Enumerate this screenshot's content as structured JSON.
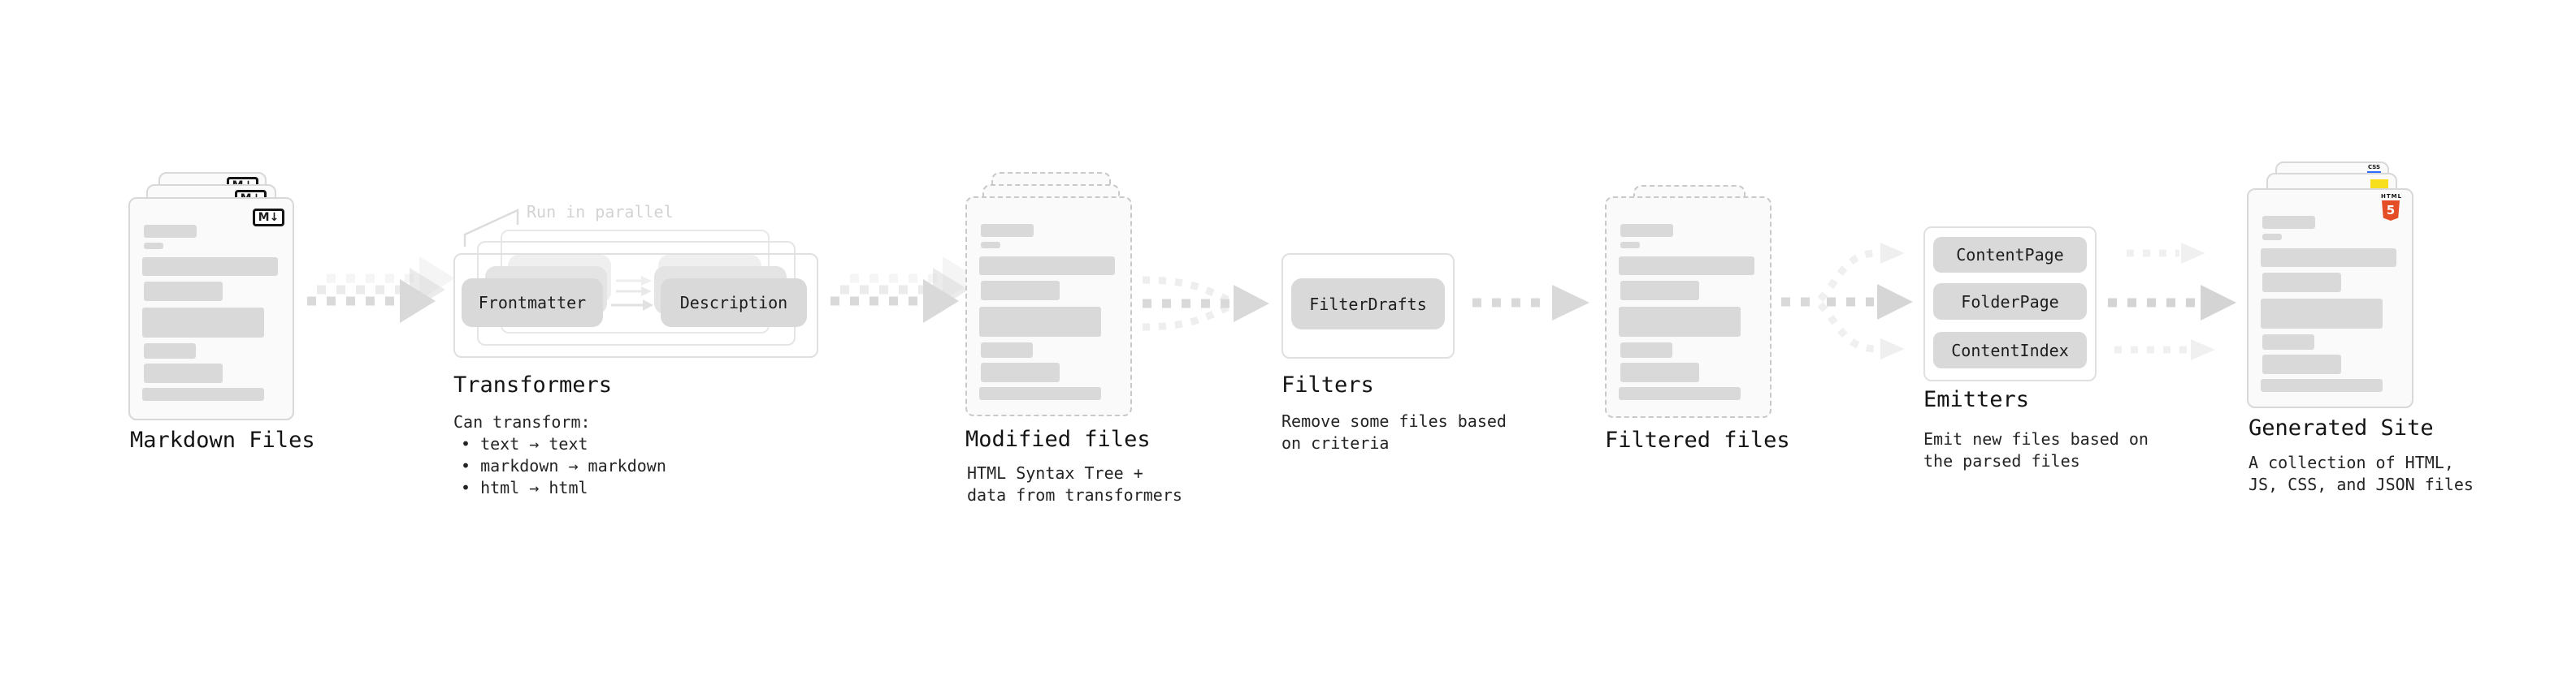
{
  "stages": {
    "markdown": {
      "label": "Markdown Files",
      "badge": "M↓"
    },
    "transformers": {
      "label": "Transformers",
      "note": "Run in parallel",
      "frontmatter": "Frontmatter",
      "description": "Description",
      "heading": "Can transform:",
      "bullets": [
        "• text → text",
        "• markdown → markdown",
        "• html → html"
      ]
    },
    "modified": {
      "label": "Modified files",
      "desc": [
        "HTML Syntax Tree +",
        "data from transformers"
      ]
    },
    "filters": {
      "label": "Filters",
      "box": "FilterDrafts",
      "desc": [
        "Remove some files based",
        "on criteria"
      ]
    },
    "filtered": {
      "label": "Filtered files"
    },
    "emitters": {
      "label": "Emitters",
      "boxes": [
        "ContentPage",
        "FolderPage",
        "ContentIndex"
      ],
      "desc": [
        "Emit new files based on",
        "the parsed files"
      ]
    },
    "generated": {
      "label": "Generated Site",
      "badge_css": "CSS",
      "badge_html_word": "HTML",
      "badge_html_num": "5",
      "desc": [
        "A collection of HTML,",
        "JS, CSS, and JSON files"
      ]
    }
  },
  "colors": {
    "arrow": "#d9d9d9",
    "bar": "#d9d9d9",
    "js_yellow": "#f7df1e",
    "css_blue": "#2f6bff",
    "html_orange": "#e44d26",
    "note_gray": "#d3d3d3"
  }
}
